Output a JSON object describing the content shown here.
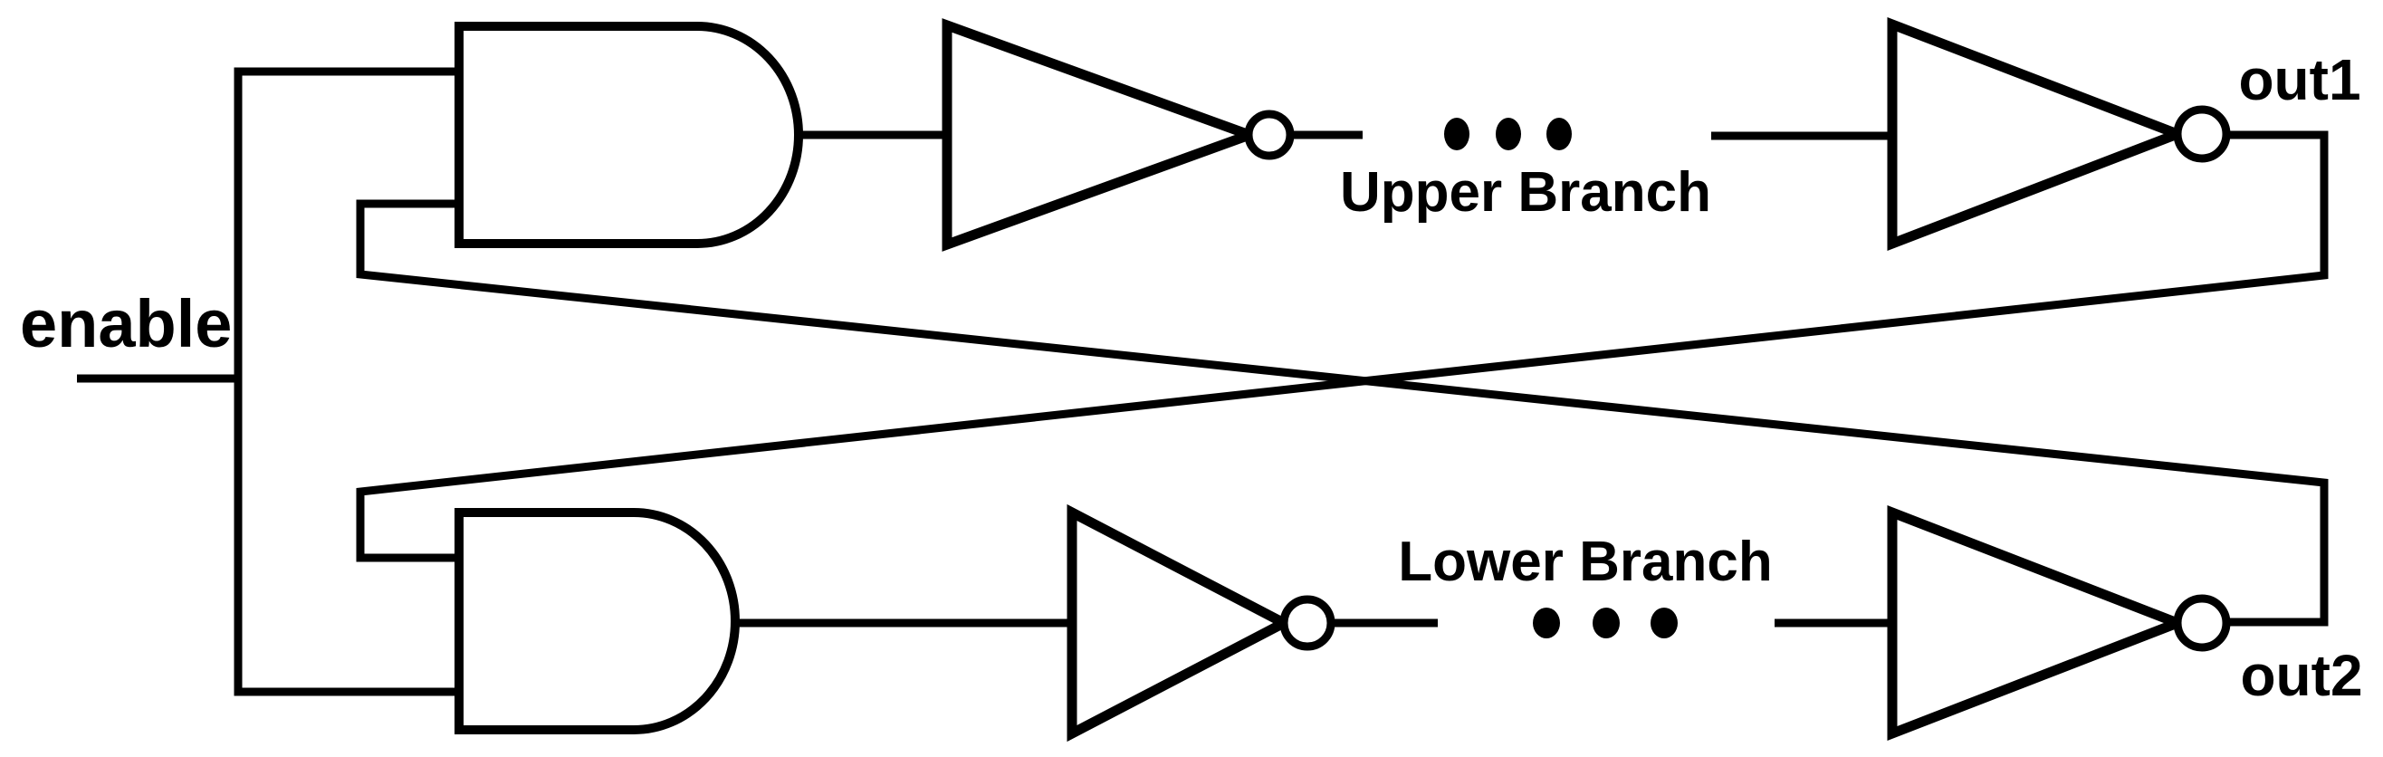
{
  "diagram": {
    "type": "logic-circuit-schematic",
    "labels": {
      "enable": "enable",
      "upper_branch": "Upper Branch",
      "lower_branch": "Lower Branch",
      "out1": "out1",
      "out2": "out2"
    },
    "components": [
      {
        "name": "and-gate-upper",
        "symbol": "2-input AND gate"
      },
      {
        "name": "and-gate-lower",
        "symbol": "2-input AND gate"
      },
      {
        "name": "inverter-upper-first",
        "symbol": "NOT gate (triangle with bubble)"
      },
      {
        "name": "inverter-upper-last",
        "symbol": "NOT gate (triangle with bubble)"
      },
      {
        "name": "inverter-lower-first",
        "symbol": "NOT gate (triangle with bubble)"
      },
      {
        "name": "inverter-lower-last",
        "symbol": "NOT gate (triangle with bubble)"
      },
      {
        "name": "ellipsis-upper",
        "symbol": "three dots (omitted inverter stages)"
      },
      {
        "name": "ellipsis-lower",
        "symbol": "three dots (omitted inverter stages)"
      },
      {
        "name": "feedback-out2-to-upper-and",
        "symbol": "crossing wire"
      },
      {
        "name": "feedback-out1-to-lower-and",
        "symbol": "crossing wire"
      }
    ],
    "colors": {
      "line": "#000000",
      "background": "#ffffff"
    }
  }
}
